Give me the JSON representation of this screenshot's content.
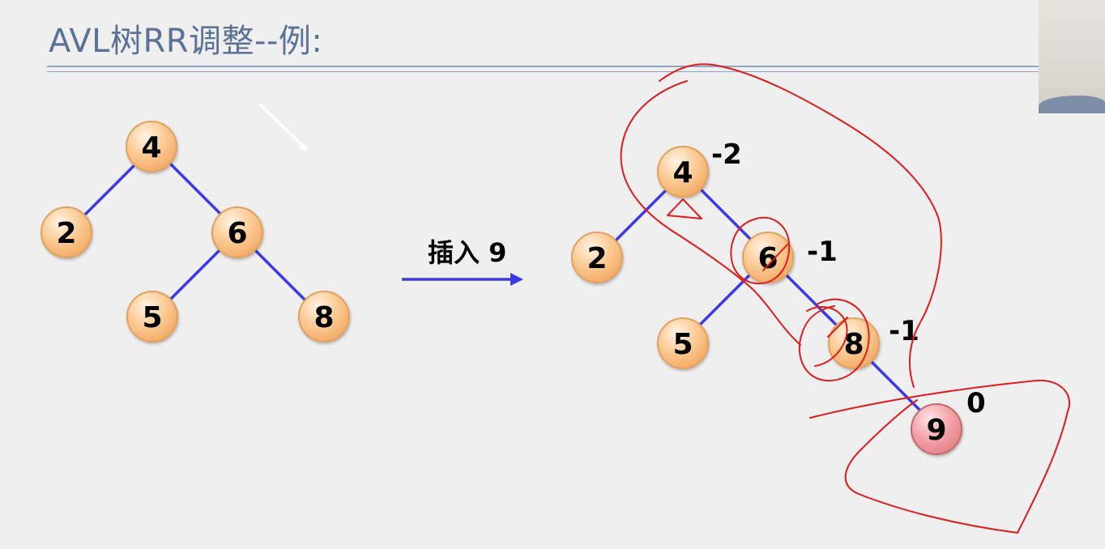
{
  "slide": {
    "title": "AVL树RR调整--例:"
  },
  "before_tree": {
    "nodes": [
      {
        "id": "n4",
        "label": "4"
      },
      {
        "id": "n2",
        "label": "2"
      },
      {
        "id": "n6",
        "label": "6"
      },
      {
        "id": "n5",
        "label": "5"
      },
      {
        "id": "n8",
        "label": "8"
      }
    ],
    "edges": [
      [
        "n4",
        "n2"
      ],
      [
        "n4",
        "n6"
      ],
      [
        "n6",
        "n5"
      ],
      [
        "n6",
        "n8"
      ]
    ]
  },
  "action": {
    "label": "插入 9"
  },
  "after_tree": {
    "nodes": [
      {
        "id": "m4",
        "label": "4",
        "balance": "-2"
      },
      {
        "id": "m2",
        "label": "2",
        "balance": ""
      },
      {
        "id": "m6",
        "label": "6",
        "balance": "-1"
      },
      {
        "id": "m5",
        "label": "5",
        "balance": ""
      },
      {
        "id": "m8",
        "label": "8",
        "balance": "-1"
      },
      {
        "id": "m9",
        "label": "9",
        "balance": "0",
        "highlight": true
      }
    ],
    "edges": [
      [
        "m4",
        "m2"
      ],
      [
        "m4",
        "m6"
      ],
      [
        "m6",
        "m5"
      ],
      [
        "m6",
        "m8"
      ],
      [
        "m8",
        "m9"
      ]
    ]
  },
  "colors": {
    "title": "#5a7296",
    "rule": "#8aa6c8",
    "background": "#efefef",
    "edge": "#3a3ae8",
    "node_fill": "#fbc890",
    "node_stroke": "#e0a15e",
    "new_node_fill": "#f4a2a6",
    "new_node_stroke": "#c06b70",
    "arrow": "#3a3ae8",
    "ink": "#e21b1b"
  },
  "icons": {
    "pointer": "mouse-pointer-arrow-icon"
  }
}
